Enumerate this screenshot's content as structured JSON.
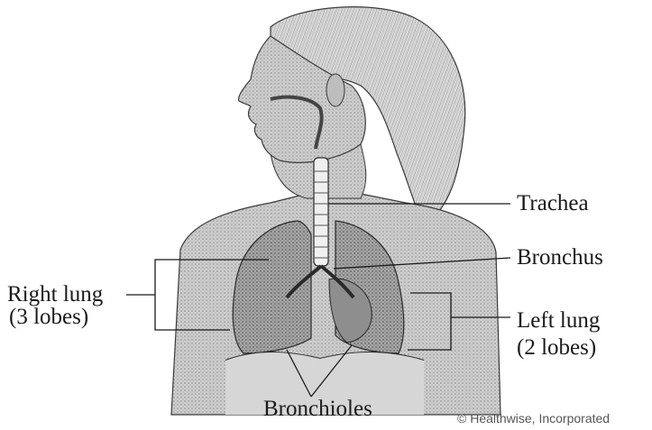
{
  "labels": {
    "trachea": "Trachea",
    "bronchus": "Bronchus",
    "right_lung": "Right lung",
    "right_lung_lobes": "(3 lobes)",
    "left_lung": "Left lung",
    "left_lung_lobes": "(2 lobes)",
    "bronchioles": "Bronchioles"
  },
  "credit": "© Healthwise, Incorporated",
  "colors": {
    "ink": "#1a1a1a",
    "skin_shade": "#c8c8c8",
    "hair_shade": "#b0b0b0",
    "lung_shade": "#9a9a9a"
  }
}
